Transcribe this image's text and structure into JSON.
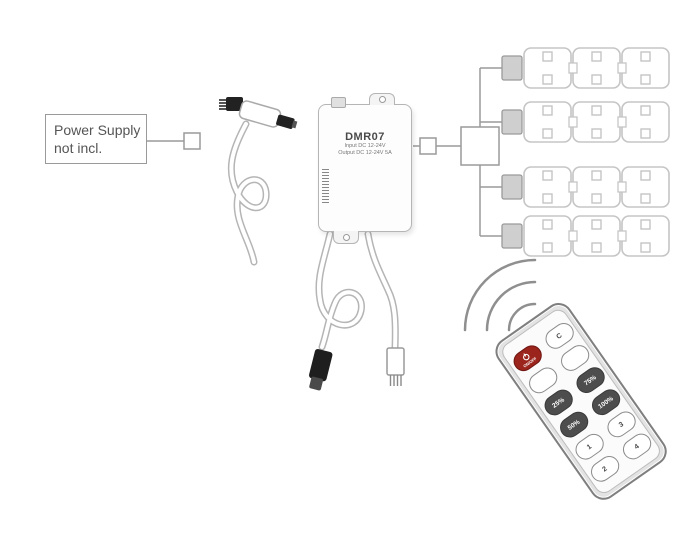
{
  "diagram": {
    "power_supply_note": {
      "line1": "Power Supply",
      "line2": "not incl."
    },
    "controller": {
      "model": "DMR07",
      "spec_line1": "Input DC 12-24V",
      "spec_line2": "Output DC 12-24V 5A"
    },
    "led_strips": {
      "rows": 4,
      "segments_per_row": 3
    },
    "remote": {
      "buttons": [
        {
          "label": "ON/OFF",
          "style": "power",
          "name": "power-button"
        },
        {
          "label": "C",
          "style": "light",
          "name": "clear-button"
        },
        {
          "label": "",
          "style": "light",
          "name": "brightness-up-button"
        },
        {
          "label": "",
          "style": "light",
          "name": "brightness-down-button"
        },
        {
          "label": "25%",
          "style": "dark",
          "name": "preset-25-button"
        },
        {
          "label": "75%",
          "style": "dark",
          "name": "preset-75-button"
        },
        {
          "label": "50%",
          "style": "dark",
          "name": "preset-50-button"
        },
        {
          "label": "100%",
          "style": "dark",
          "name": "preset-100-button"
        },
        {
          "label": "1",
          "style": "light",
          "name": "channel-1-button"
        },
        {
          "label": "3",
          "style": "light",
          "name": "channel-3-button"
        },
        {
          "label": "2",
          "style": "light",
          "name": "channel-2-button"
        },
        {
          "label": "4",
          "style": "light",
          "name": "channel-4-button"
        }
      ]
    },
    "colors": {
      "outline": "#b5b5b5",
      "line": "#9a9a9a",
      "led_outline": "#c5c5c5",
      "power_button": "#9b241c",
      "dark_button": "#4d4d4d"
    }
  }
}
